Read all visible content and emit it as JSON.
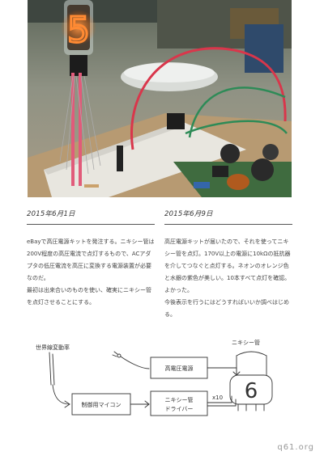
{
  "photo": {
    "nixie_digit": "5"
  },
  "entries": [
    {
      "date": "2015年6月1日",
      "paragraphs": [
        "eBayで高圧電源キットを発注する。ニキシー管は200V程度の高圧電流で点灯するもので、ACアダプタの低圧電流を高圧に変換する電源装置が必要なのだ。",
        "最初は出来合いのものを使い、確実にニキシー管を点灯させることにする。"
      ]
    },
    {
      "date": "2015年6月9日",
      "paragraphs": [
        "高圧電源キットが届いたので、それを使ってニキシー管を点灯。170V以上の電源に10kΩの抵抗器を介してつなぐと点灯する。ネオンのオレンジ色と水銀の紫色が美しい。10本すべて点灯を確認。よかった。",
        "今後表示を行うにはどうすればいいか調べはじめる。"
      ]
    }
  ],
  "diagram": {
    "label_clock": "世界線変動率",
    "label_tube": "ニキシー管",
    "label_hv": "高電圧電源",
    "label_mcu": "制御用マイコン",
    "label_driver_1": "ニキシー管",
    "label_driver_2": "ドライバー",
    "label_multiplier": "x10",
    "tube_digit": "6"
  },
  "brand": "q61.org"
}
